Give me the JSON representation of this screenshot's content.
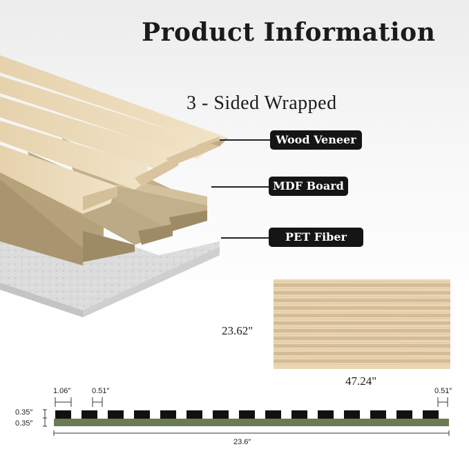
{
  "title": "Product Information",
  "subtitle": "3 - Sided Wrapped",
  "layers": {
    "wood_veneer": "Wood Veneer",
    "mdf_board": "MDF Board",
    "pet_fiber": "PET Fiber"
  },
  "panel": {
    "height_label": "23.62\"",
    "width_label": "47.24\""
  },
  "profile": {
    "slat_width": "1.06″",
    "gap_left": "0.51″",
    "gap_right": "0.51″",
    "slat_thickness": "0.35″",
    "backing_thickness": "0.35″",
    "total_width": "23.6″"
  },
  "colors": {
    "veneer": "#e2cda8",
    "mdf": "#b8a57e",
    "pet": "#d8d8d8",
    "felt_backing": "#6c7c52",
    "slat_black": "#111111",
    "tag_bg": "#151515"
  }
}
